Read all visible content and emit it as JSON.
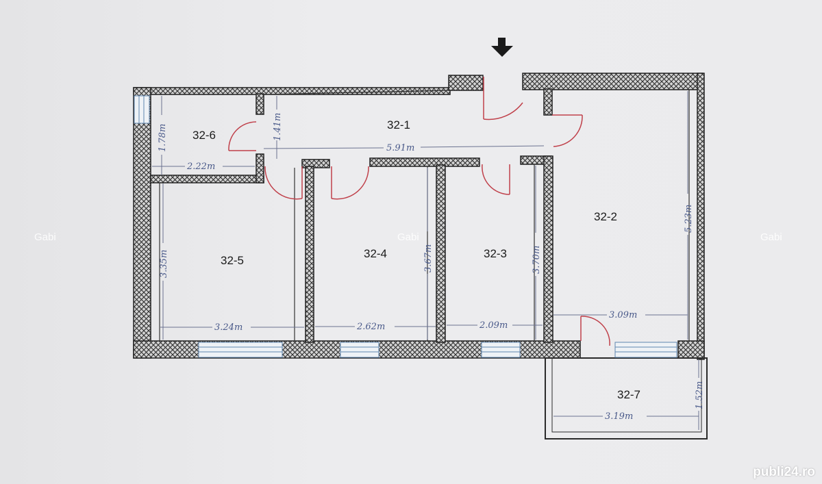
{
  "rooms": {
    "r1": "32-1",
    "r2": "32-2",
    "r3": "32-3",
    "r4": "32-4",
    "r5": "32-5",
    "r6": "32-6",
    "r7": "32-7"
  },
  "dimensions": {
    "d_591": "5.91m",
    "d_141": "1.41m",
    "d_178": "1.78m",
    "d_222": "2.22m",
    "d_335": "3.35m",
    "d_324": "3.24m",
    "d_262": "2.62m",
    "d_367": "3.67m",
    "d_209": "2.09m",
    "d_370": "3.70m",
    "d_523": "5.23m",
    "d_309": "3.09m",
    "d_152": "1.52m",
    "d_319": "3.19m"
  },
  "watermarks": {
    "left": "Gabi",
    "center": "Gabi",
    "right": "Gabi",
    "brand": "publi24.ro"
  },
  "colors": {
    "wall": "#2a2a2a",
    "door": "#c0404a",
    "window": "#6a90b8",
    "dimension": "#4a5a8a"
  }
}
